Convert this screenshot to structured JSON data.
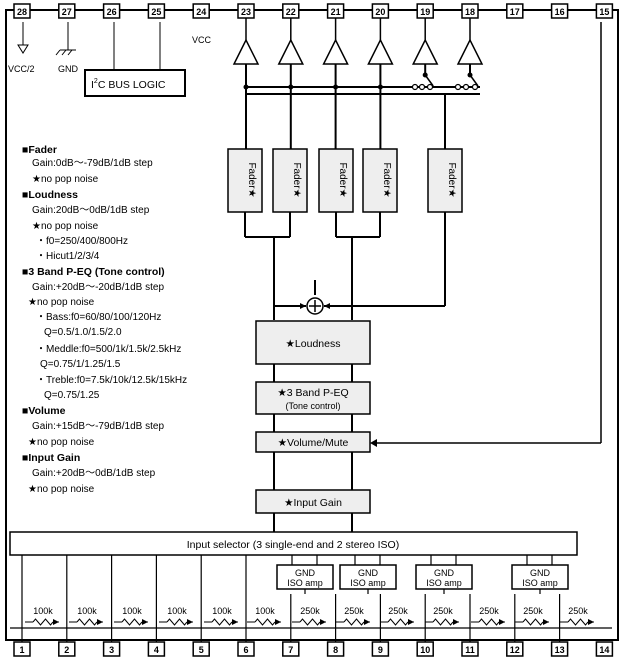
{
  "pins_top": [
    "28",
    "27",
    "26",
    "25",
    "24",
    "23",
    "22",
    "21",
    "20",
    "19",
    "18",
    "17",
    "16",
    "15"
  ],
  "pins_bottom": [
    "1",
    "2",
    "3",
    "4",
    "5",
    "6",
    "7",
    "8",
    "9",
    "10",
    "11",
    "12",
    "13",
    "14"
  ],
  "labels": {
    "vcc_half": "VCC/2",
    "gnd": "GND",
    "vcc": "VCC",
    "i2c_sup": "2",
    "i2c_pre": "I",
    "i2c_post": "C BUS LOGIC"
  },
  "faders": [
    "Fader★",
    "Fader★",
    "Fader★",
    "Fader★",
    "Fader★"
  ],
  "blocks": {
    "loudness": "★Loudness",
    "peq_line1": "★3 Band P-EQ",
    "peq_line2": "(Tone control)",
    "volume": "★Volume/Mute",
    "input_gain": "★Input Gain",
    "selector": "Input selector (3 single-end and 2 stereo ISO)"
  },
  "iso_amps": [
    {
      "line1": "GND",
      "line2": "ISO amp"
    },
    {
      "line1": "GND",
      "line2": "ISO amp"
    },
    {
      "line1": "GND",
      "line2": "ISO amp"
    },
    {
      "line1": "GND",
      "line2": "ISO amp"
    }
  ],
  "resistors": [
    "100k",
    "100k",
    "100k",
    "100k",
    "100k",
    "100k",
    "250k",
    "250k",
    "250k",
    "250k",
    "250k",
    "250k",
    "250k"
  ],
  "specs": {
    "fader_title": "■Fader",
    "fader_gain": "Gain:0dB～-79dB/1dB step",
    "fader_pop": "★no pop noise",
    "loud_title": "■Loudness",
    "loud_gain": "Gain:20dB～0dB/1dB step",
    "loud_pop": "★no pop noise",
    "loud_f0": "・f0=250/400/800Hz",
    "loud_hicut": "・Hicut1/2/3/4",
    "peq_title": "■3 Band P-EQ (Tone control)",
    "peq_gain": "Gain:+20dB～-20dB/1dB step",
    "peq_pop": "★no pop noise",
    "peq_bass": "・Bass:f0=60/80/100/120Hz",
    "peq_bass_q": "Q=0.5/1.0/1.5/2.0",
    "peq_mid": "・Meddle:f0=500/1k/1.5k/2.5kHz",
    "peq_mid_q": "Q=0.75/1/1.25/1.5",
    "peq_treble": "・Treble:f0=7.5k/10k/12.5k/15kHz",
    "peq_treble_q": "Q=0.75/1.25",
    "vol_title": "■Volume",
    "vol_gain": "Gain:+15dB～-79dB/1dB step",
    "vol_pop": "★no pop noise",
    "ig_title": "■Input Gain",
    "ig_gain": "Gain:+20dB～0dB/1dB step",
    "ig_pop": "★no pop noise"
  }
}
